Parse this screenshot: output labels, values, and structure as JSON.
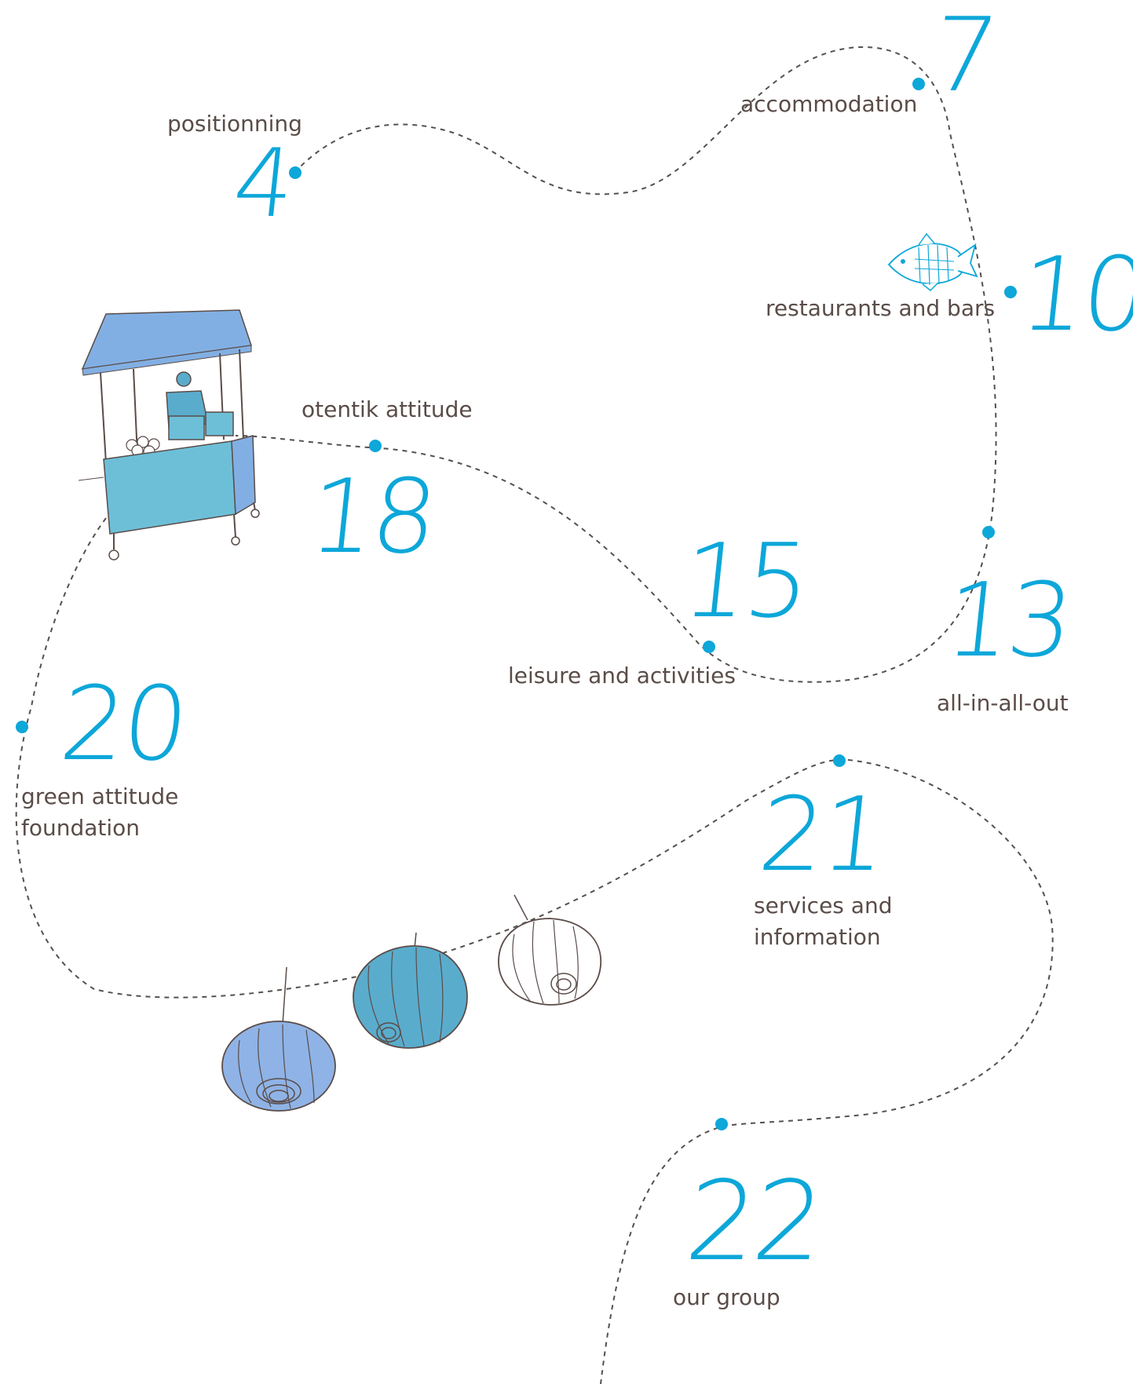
{
  "colors": {
    "accent": "#0da7d9",
    "text": "#5a4c48",
    "path": "#55504c",
    "stall_roof": "#82afe3",
    "stall_counter": "#6dbfd8",
    "lantern_dots": "#8fb3e6",
    "lantern_stripes": "#5aaccd",
    "lantern_plain": "#ffffff"
  },
  "toc": [
    {
      "page": "4",
      "label": [
        "positionning"
      ]
    },
    {
      "page": "7",
      "label": [
        "accommodation"
      ]
    },
    {
      "page": "10",
      "label": [
        "restaurants and bars"
      ]
    },
    {
      "page": "13",
      "label": [
        "all-in-all-out"
      ]
    },
    {
      "page": "15",
      "label": [
        "leisure and activities"
      ]
    },
    {
      "page": "18",
      "label": [
        "otentik attitude"
      ]
    },
    {
      "page": "20",
      "label": [
        "green attitude",
        "foundation"
      ]
    },
    {
      "page": "21",
      "label": [
        "services and",
        "information"
      ]
    },
    {
      "page": "22",
      "label": [
        "our group"
      ]
    }
  ],
  "illustrations": [
    {
      "name": "market-stall-illustration"
    },
    {
      "name": "fish-icon"
    },
    {
      "name": "lantern-dotted-illustration"
    },
    {
      "name": "lantern-striped-illustration"
    },
    {
      "name": "lantern-plain-illustration"
    }
  ]
}
